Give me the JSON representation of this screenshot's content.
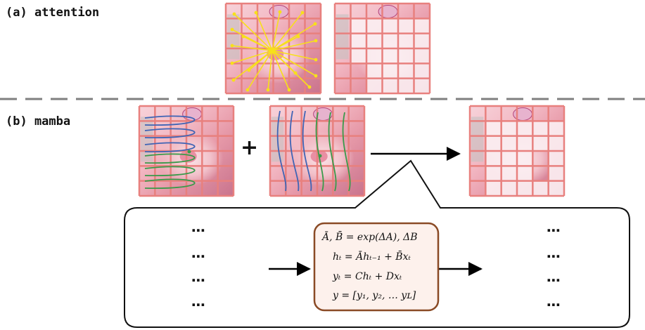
{
  "labels": {
    "attention": "(a) attention",
    "mamba": "(b) mamba"
  },
  "plus_sign": "+",
  "ellipsis": "⋯",
  "equations": [
    "Ā, B̄ = exp(ΔA), ΔB",
    "hₜ = Āhₜ₋₁ + B̄xₜ",
    "yₜ = Chₜ + Dxₜ",
    "y = [y₁, y₂, … yʟ]"
  ],
  "colors": {
    "grid_line": "#e8807e",
    "tile_bg": "#f6c6cf",
    "masked_tile": "#fbeef1",
    "attention_ray": "#f7e01a",
    "scan_blue": "#3f64b5",
    "scan_green": "#3a9a4a",
    "equation_border": "#8a4a25",
    "equation_fill": "#fdf1ec",
    "dashed_divider": "#7f7f7f"
  }
}
